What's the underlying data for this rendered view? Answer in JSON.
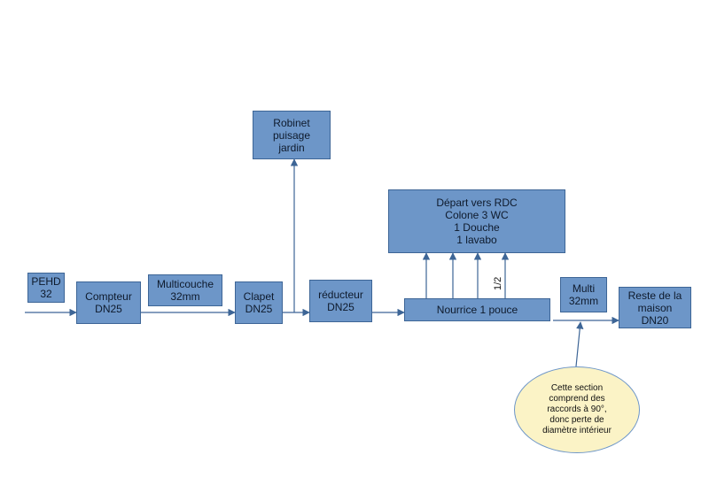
{
  "colors": {
    "box_fill": "#6d96c8",
    "box_border": "#3d6596",
    "arrow": "#3d6596",
    "note_fill": "#fbf3c6"
  },
  "nodes": {
    "pehd": "PEHD\n32",
    "compteur": "Compteur\nDN25",
    "multicouche": "Multicouche\n32mm",
    "clapet": "Clapet\nDN25",
    "robinet": "Robinet\npuisage\njardin",
    "reducteur": "réducteur\nDN25",
    "depart": "Départ vers RDC\nColone 3 WC\n1 Douche\n1 lavabo",
    "nourrice": "Nourrice 1 pouce",
    "multi": "Multi\n32mm",
    "reste": "Reste de la\nmaison\nDN20"
  },
  "labels": {
    "half": "1/2"
  },
  "note": "Cette section\ncomprend des\nraccords à 90°,\ndonc perte de\ndiamètre intérieur"
}
